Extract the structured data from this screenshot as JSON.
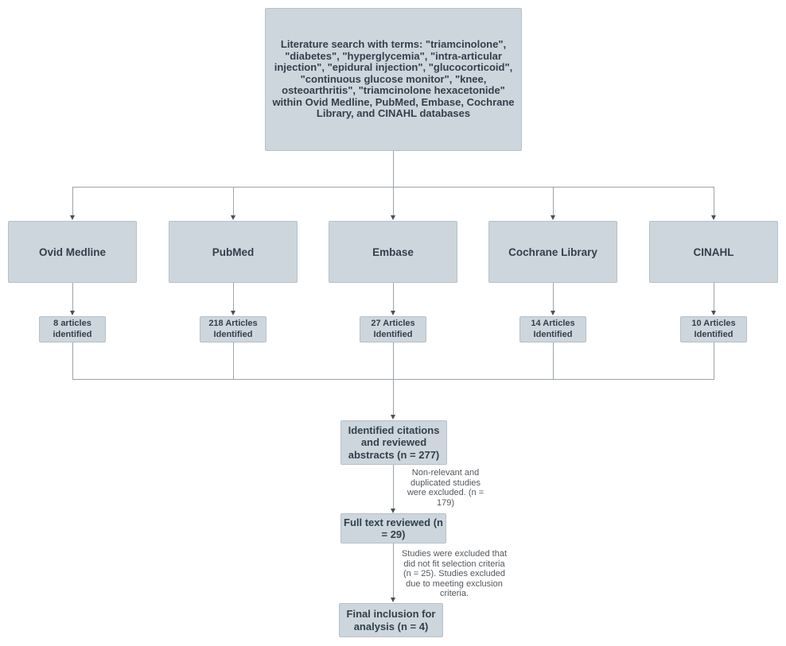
{
  "colors": {
    "box_fill": "#cdd6dc",
    "box_border": "#b7c1c8",
    "box_text": "#333f4c",
    "note_text": "#53585e",
    "connector_line": "#9aa3ab",
    "arrowhead": "#4a5057",
    "background": "#ffffff"
  },
  "diagram": {
    "search_box": {
      "text": "Literature search with terms: \"triamcinolone\",\n\"diabetes\", \"hyperglycemia\", \"intra-articular\ninjection\", \"epidural injection\", \"glucocorticoid\",\n\"continuous glucose monitor\", \"knee,\nosteoarthritis\", \"triamcinolone hexacetonide\"\nwithin Ovid Medline, PubMed, Embase, Cochrane\nLibrary, and CINAHL databases"
    },
    "databases": [
      {
        "name": "Ovid Medline",
        "result": "8 articles\nidentified"
      },
      {
        "name": "PubMed",
        "result": "218 Articles\nIdentified"
      },
      {
        "name": "Embase",
        "result": "27 Articles\nIdentified"
      },
      {
        "name": "Cochrane Library",
        "result": "14 Articles\nIdentified"
      },
      {
        "name": "CINAHL",
        "result": "10 Articles\nIdentified"
      }
    ],
    "citations_box": {
      "text": "Identified citations\nand reviewed\nabstracts (n = 277)"
    },
    "exclusion_note_1": {
      "text": "Non-relevant and\nduplicated studies\nwere excluded. (n =\n179)"
    },
    "full_text_box": {
      "text": "Full text reviewed (n\n= 29)"
    },
    "exclusion_note_2": {
      "text": "Studies were excluded that\ndid not fit selection criteria\n(n = 25). Studies excluded\ndue to meeting exclusion\ncriteria."
    },
    "final_box": {
      "text": "Final inclusion for\nanalysis (n = 4)"
    }
  }
}
